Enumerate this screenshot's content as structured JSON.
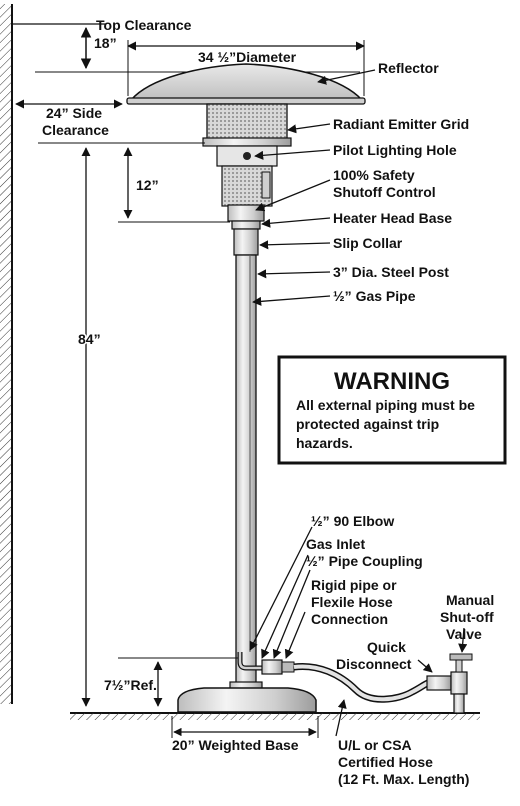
{
  "labels": {
    "top_clearance": "Top Clearance",
    "top_clearance_value": "18”",
    "diameter": "34 ½”Diameter",
    "reflector": "Reflector",
    "side_clearance_value": "24” Side",
    "side_clearance_word": "Clearance",
    "radiant_emitter_grid": "Radiant Emitter Grid",
    "pilot_lighting_hole": "Pilot Lighting Hole",
    "twelve_inch": "12”",
    "safety_line1": "100% Safety",
    "safety_line2": "Shutoff Control",
    "heater_head_base": "Heater Head Base",
    "slip_collar": "Slip Collar",
    "steel_post": "3” Dia. Steel Post",
    "gas_pipe": "½” Gas Pipe",
    "height_84": "84”",
    "elbow": "½” 90 Elbow",
    "gas_inlet": "Gas Inlet",
    "pipe_coupling": "½” Pipe Coupling",
    "rigid_line1": "Rigid pipe or",
    "rigid_line2": "Flexile Hose",
    "rigid_line3": "Connection",
    "manual_line1": "Manual",
    "manual_line2": "Shut-off",
    "manual_line3": "Valve",
    "quick_line1": "Quick",
    "quick_line2": "Disconnect",
    "ref_height": "7½”Ref.",
    "weighted_base": "20” Weighted Base",
    "hose_line1": "U/L or CSA",
    "hose_line2": "Certified Hose",
    "hose_line3": "(12 Ft. Max. Length)"
  },
  "warning": {
    "title": "WARNING",
    "line1": "All external piping must be",
    "line2": "protected against trip",
    "line3": "hazards."
  }
}
